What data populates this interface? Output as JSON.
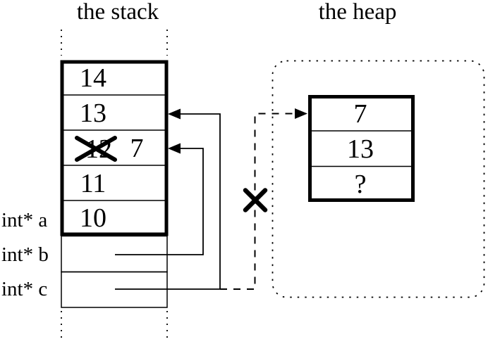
{
  "titles": {
    "stack": "the stack",
    "heap": "the heap"
  },
  "stack": {
    "cells": [
      "14",
      "13",
      "12",
      "11",
      "10"
    ],
    "crossed_out_index": 2,
    "replacement_value": "7"
  },
  "heap": {
    "cells": [
      "7",
      "13",
      "?"
    ]
  },
  "pointer_labels": [
    "int* a",
    "int* b",
    "int* c"
  ],
  "colors": {
    "line": "#000000",
    "background": "#ffffff"
  }
}
